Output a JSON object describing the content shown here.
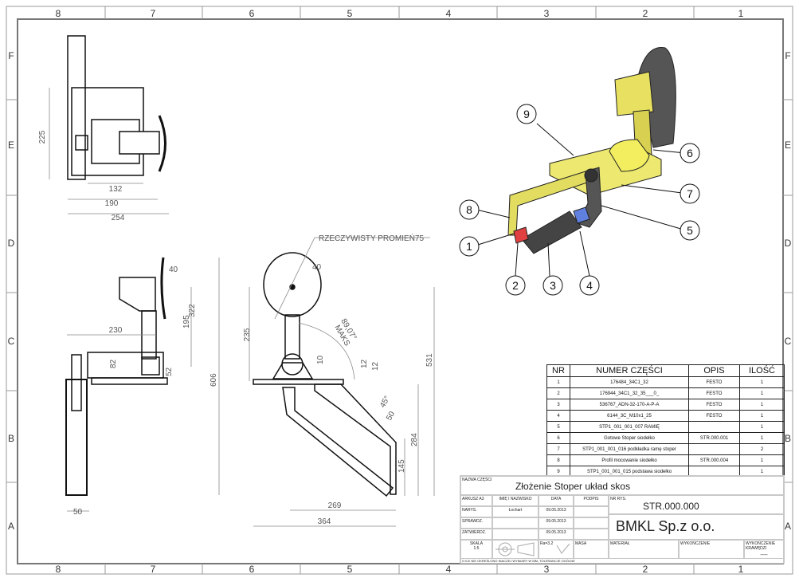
{
  "sheet": {
    "columns": [
      "8",
      "7",
      "6",
      "5",
      "4",
      "3",
      "2",
      "1"
    ],
    "rows": [
      "F",
      "E",
      "D",
      "C",
      "B",
      "A"
    ]
  },
  "views": {
    "top": {
      "dims": [
        "225",
        "132",
        "190",
        "254"
      ]
    },
    "side": {
      "dims": [
        "40",
        "195",
        "322",
        "230",
        "82",
        "52",
        "606",
        "50"
      ]
    },
    "front": {
      "note": "RZECZYWISTY PROMIEŃ75",
      "dims": [
        "40",
        "235",
        "89,07°",
        "MAKS",
        "10",
        "12",
        "12",
        "45°",
        "50",
        "531",
        "284",
        "145",
        "269",
        "364"
      ]
    },
    "iso": {
      "balloons": [
        "1",
        "2",
        "3",
        "4",
        "5",
        "6",
        "7",
        "8",
        "9"
      ]
    }
  },
  "bom": {
    "headers": [
      "NR",
      "NUMER CZĘŚCI",
      "OPIS",
      "ILOŚĆ"
    ],
    "rows": [
      [
        "1",
        "176484_34C1_32",
        "FESTO",
        "1"
      ],
      [
        "2",
        "176944_34C1_32_35___0_",
        "FESTO",
        "1"
      ],
      [
        "3",
        "536767_ADN-32-170-A-P-A",
        "FESTO",
        "1"
      ],
      [
        "4",
        "6144_3C_M10x1_25",
        "FESTO",
        "1"
      ],
      [
        "5",
        "STP1_001_001_007 RAMIĘ",
        "",
        "1"
      ],
      [
        "6",
        "Gotowe Stoper siodełko",
        "STR.000.001",
        "1"
      ],
      [
        "7",
        "STP1_001_001_016 podkładka ramę stoper",
        "",
        "2"
      ],
      [
        "8",
        "Profil mocowanie siodełko",
        "STR.000.004",
        "1"
      ],
      [
        "9",
        "STP1_001_001_015 podstawa siodełko",
        "",
        "1"
      ]
    ]
  },
  "title_block": {
    "name_label": "NAZWA CZĘŚCI",
    "name": "Złożenie Stoper układ skos",
    "format_label": "ARKUSZ A3",
    "col_labels": [
      "IMIĘ I NAZWISKO",
      "DATA",
      "PODPIS"
    ],
    "number_label": "NR RYS.",
    "number": "STR.000.000",
    "row_labels": [
      "NARYS.",
      "SPRAWDZ.",
      "ZATWIERDZ."
    ],
    "drawn_by": "Łochart",
    "dates": [
      "09.05.2013",
      "09.05.2013",
      "09.05.2013"
    ],
    "company": "BMKL Sp.z o.o.",
    "scale_label": "SKALA",
    "scale": "1:5",
    "roughness": "Ra=3.2",
    "mass_label": "MASA",
    "material_label": "MATERIAŁ",
    "finish_label": "WYKOŃCZENIE",
    "edge_label": "WYKOŃCZENIE KRAWĘDZI",
    "edge_value": "----",
    "footer": "O ILE NIE OKREŚLONO INACZEJ WYMIARY W MM, TOLERANCJE OGÓLNE"
  }
}
